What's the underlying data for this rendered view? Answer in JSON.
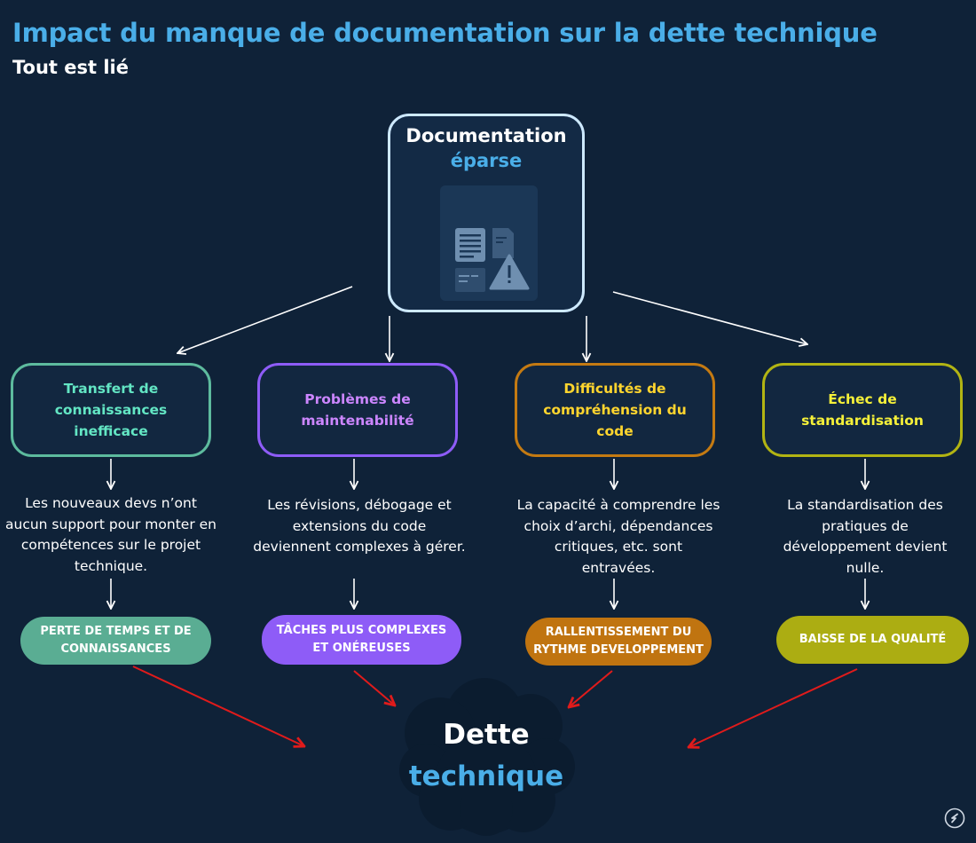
{
  "header": {
    "title": "Impact du manque de documentation sur la dette technique",
    "subtitle": "Tout est lié"
  },
  "source": {
    "line1": "Documentation",
    "line2": "éparse",
    "icon": "document-warning-icon"
  },
  "branches": [
    {
      "cause": "Transfert de connaissances inefficace",
      "effect": "Les nouveaux devs n’ont aucun support pour monter en compétences sur le projet technique.",
      "result": "Perte de temps et de connaissances",
      "color": "#5dbb9e"
    },
    {
      "cause": "Problèmes de maintenabilité",
      "effect": "Les révisions, débogage et extensions du code deviennent complexes à gérer.",
      "result": "Tâches plus complexes et onéreuses",
      "color": "#8e5cf7"
    },
    {
      "cause": "Difficultés de compréhension du code",
      "effect": "La capacité à comprendre les choix d’archi, dépendances critiques, etc. sont entravées.",
      "result": "Rallentissement du rythme developpement",
      "color": "#c47a12"
    },
    {
      "cause": "Échec de standardisation",
      "effect": "La standardisation des pratiques de développement devient nulle.",
      "result": "Baisse de la qualité",
      "color": "#b2b413"
    }
  ],
  "outcome": {
    "line1": "Dette",
    "line2": "technique",
    "icon": "cloud-icon"
  },
  "brand": {
    "icon": "brand-logo-icon"
  },
  "colors": {
    "background": "#0f2238",
    "accent": "#4aaee8",
    "source_border": "#cde9ff",
    "debt_arrow": "#e01b1b",
    "cloud": "#0b1c2f",
    "cause_text": [
      "#63e6c4",
      "#cc86ff",
      "#ffd52e",
      "#f5f039"
    ]
  }
}
